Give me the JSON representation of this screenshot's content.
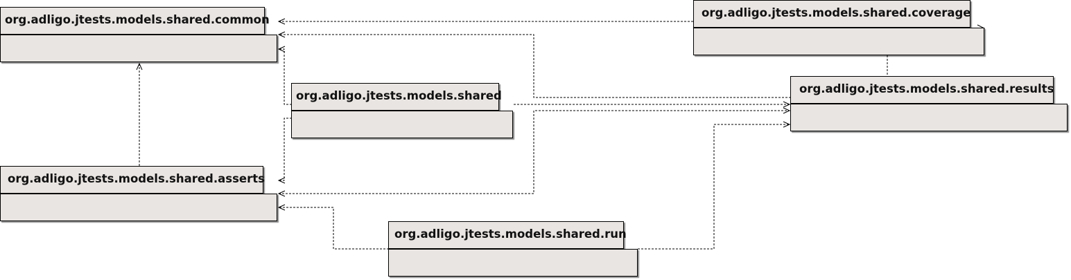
{
  "packages": {
    "common": {
      "name": "org.adligo.jtests.models.shared.common"
    },
    "coverage": {
      "name": "org.adligo.jtests.models.shared.coverage"
    },
    "shared": {
      "name": "org.adligo.jtests.models.shared"
    },
    "results": {
      "name": "org.adligo.jtests.models.shared.results"
    },
    "asserts": {
      "name": "org.adligo.jtests.models.shared.asserts"
    },
    "run": {
      "name": "org.adligo.jtests.models.shared.run"
    }
  },
  "dependencies": [
    {
      "from": "coverage",
      "to": "common"
    },
    {
      "from": "coverage",
      "to": "results"
    },
    {
      "from": "shared",
      "to": "common"
    },
    {
      "from": "shared",
      "to": "asserts"
    },
    {
      "from": "shared",
      "to": "results"
    },
    {
      "from": "asserts",
      "to": "common"
    },
    {
      "from": "asserts",
      "to": "results"
    },
    {
      "from": "results",
      "to": "common"
    },
    {
      "from": "run",
      "to": "asserts"
    },
    {
      "from": "run",
      "to": "results"
    }
  ],
  "colors": {
    "package_fill": "#e9e5e2",
    "line": "#000000"
  }
}
